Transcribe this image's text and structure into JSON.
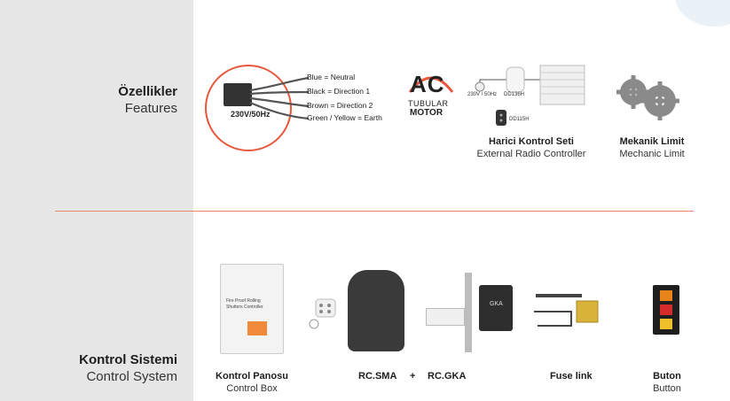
{
  "sections": {
    "features": {
      "tr": "Özellikler",
      "en": "Features"
    },
    "control": {
      "tr": "Kontrol Sistemi",
      "en": "Control System"
    }
  },
  "motor_diagram": {
    "voltage": "230V/50Hz",
    "wires": [
      "Blue = Neutral",
      "Black = Direction 1",
      "Brown = Direction 2",
      "Green / Yellow = Earth"
    ]
  },
  "ac_logo": {
    "big": "AC",
    "line1": "TUBULAR",
    "line2": "MOTOR"
  },
  "external_kit": {
    "labels": {
      "supply": "230V / 50Hz",
      "receiver": "DD136H",
      "remote": "DD115H"
    },
    "title_tr": "Harici Kontrol Seti",
    "title_en": "External Radio Controller"
  },
  "mechanic_limit": {
    "title_tr": "Mekanik Limit",
    "title_en": "Mechanic Limit"
  },
  "control_box": {
    "text_line1": "Fire Proof Rolling",
    "text_line2": "Shutters Controller",
    "title_tr": "Kontrol Panosu",
    "title_en": "Control Box"
  },
  "rc_set": {
    "sma": "RC.SMA",
    "plus": "+",
    "gka": "RC.GKA",
    "box_label": "GKA"
  },
  "fuse_link": {
    "title": "Fuse link"
  },
  "button": {
    "title_tr": "Buton",
    "title_en": "Button"
  },
  "colors": {
    "accent": "#e8573c",
    "divider": "#e8856a",
    "sidebar": "#e6e6e6"
  }
}
